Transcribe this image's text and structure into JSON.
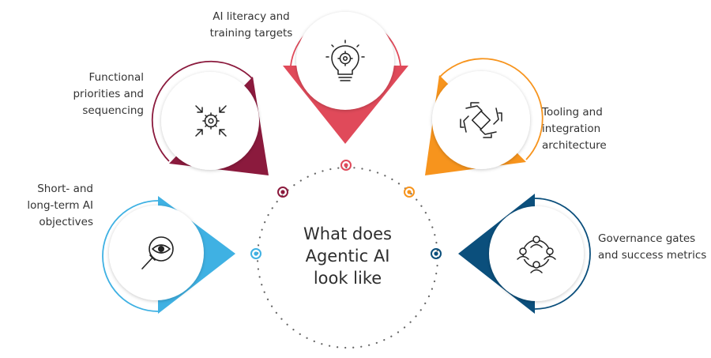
{
  "center": {
    "lines": [
      "What does",
      "Agentic AI",
      "look like"
    ]
  },
  "segments": [
    {
      "id": "objectives",
      "label": [
        "Short- and",
        "long-term AI",
        "objectives"
      ],
      "color": "#3FB1E3",
      "icon": "magnifier-eye-icon"
    },
    {
      "id": "priorities",
      "label": [
        "Functional",
        "priorities and",
        "sequencing"
      ],
      "color": "#8B1A3D",
      "icon": "gear-arrows-icon"
    },
    {
      "id": "literacy",
      "label": [
        "AI literacy and",
        "training targets"
      ],
      "color": "#E04A5A",
      "icon": "lightbulb-gear-icon"
    },
    {
      "id": "tooling",
      "label": [
        "Tooling and",
        "integration",
        "architecture"
      ],
      "color": "#F7941D",
      "icon": "handshake-icon"
    },
    {
      "id": "governance",
      "label": [
        "Governance gates",
        "and success metrics"
      ],
      "color": "#0B4F7C",
      "icon": "people-network-icon"
    }
  ]
}
